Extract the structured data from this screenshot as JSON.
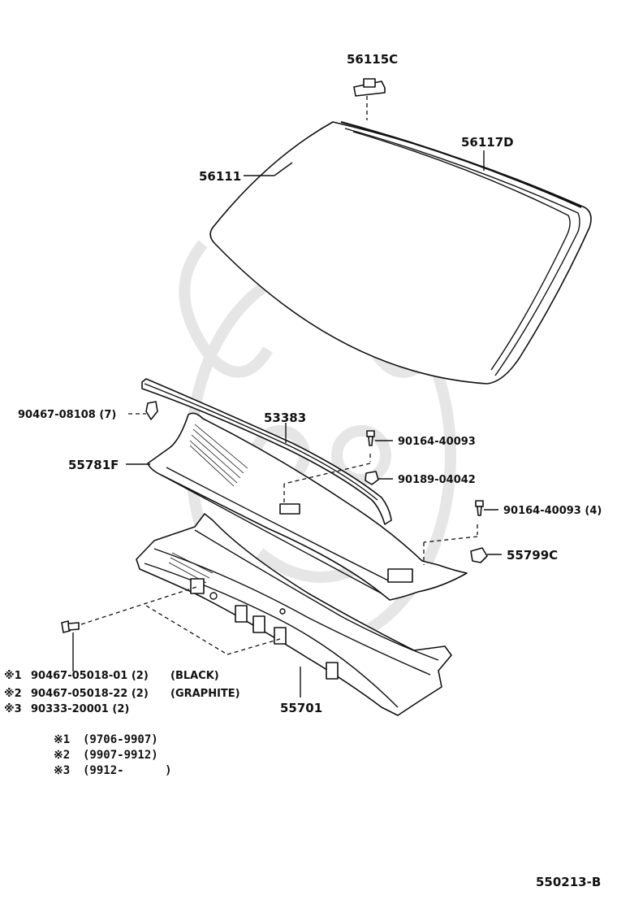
{
  "parts": {
    "p56115c": "56115C",
    "p56117d": "56117D",
    "p56111": "56111",
    "p90467_08108": "90467-08108 (7)",
    "p53383": "53383",
    "p55781f": "55781F",
    "p90164_40093": "90164-40093",
    "p90189_04042": "90189-04042",
    "p90164_40093_4": "90164-40093 (4)",
    "p55799c": "55799C",
    "p55701": "55701"
  },
  "fasteners": [
    {
      "mark": "※1",
      "part": "90467-05018-01 (2)",
      "color": "(BLACK)"
    },
    {
      "mark": "※2",
      "part": "90467-05018-22 (2)",
      "color": "(GRAPHITE)"
    },
    {
      "mark": "※3",
      "part": "90333-20001 (2)",
      "color": ""
    }
  ],
  "periods": [
    {
      "mark": "※1",
      "range": "(9706-9907)"
    },
    {
      "mark": "※2",
      "range": "(9907-9912)"
    },
    {
      "mark": "※3",
      "range": "(9912-      )"
    }
  ],
  "diagram_id": "550213-B"
}
